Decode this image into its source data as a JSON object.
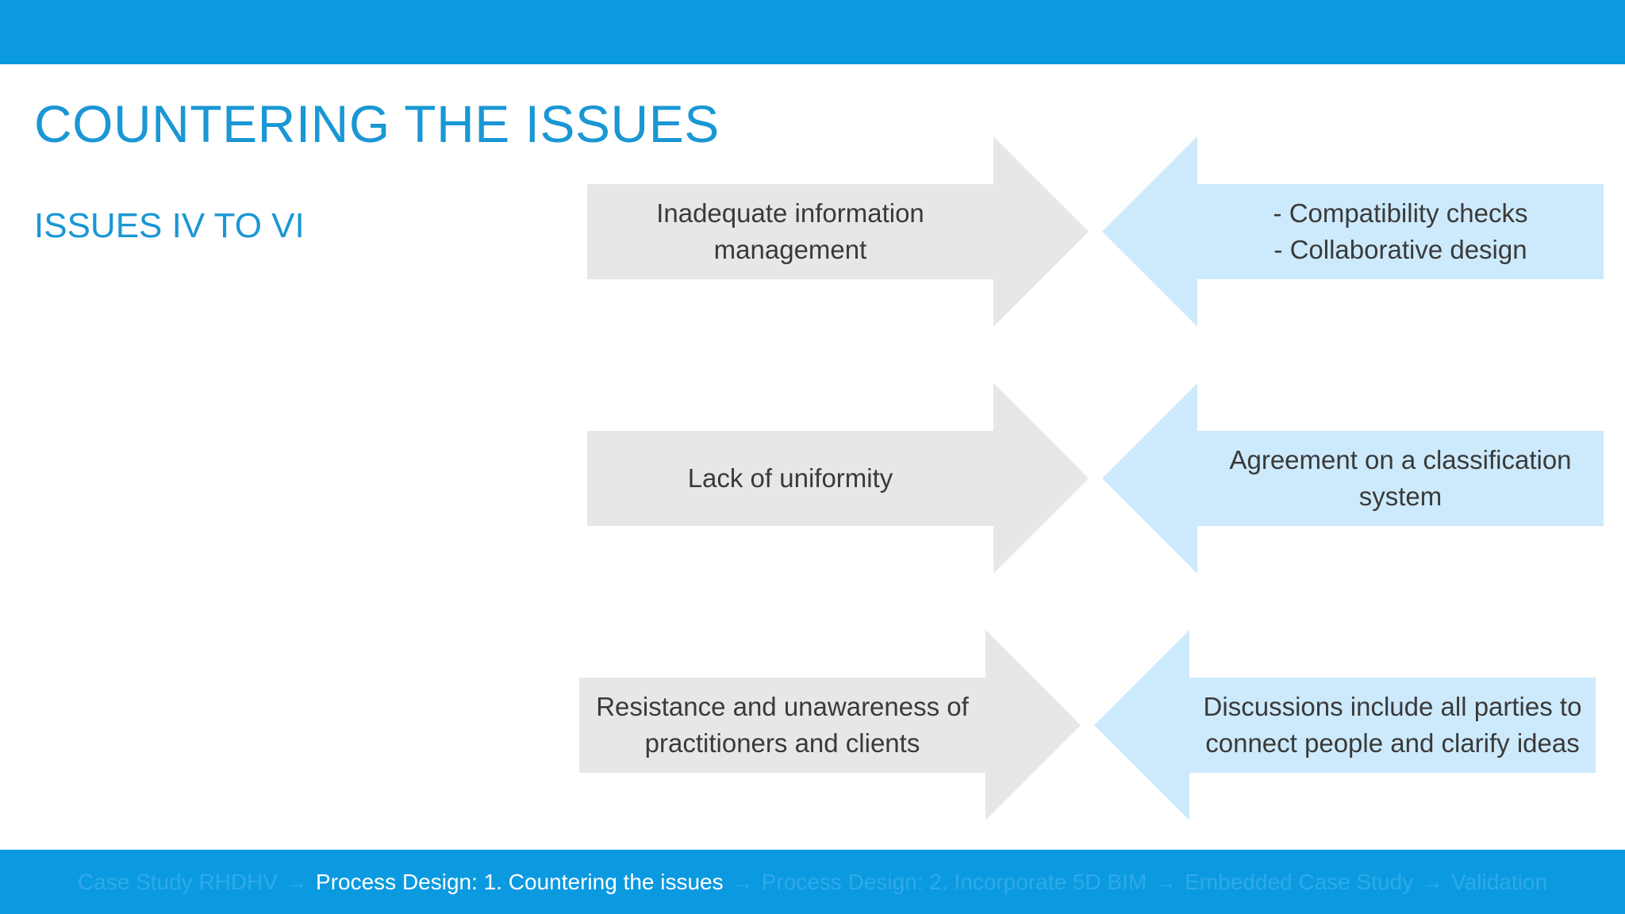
{
  "slide": {
    "title": "COUNTERING THE ISSUES",
    "subtitle": "ISSUES IV TO VI"
  },
  "rows": [
    {
      "issue": [
        "Inadequate information",
        "management"
      ],
      "solution": [
        "- Compatibility checks",
        "- Collaborative design"
      ]
    },
    {
      "issue": [
        "Lack of uniformity"
      ],
      "solution": [
        "Agreement on a classification",
        "system"
      ]
    },
    {
      "issue": [
        "Resistance and unawareness of",
        "practitioners and clients"
      ],
      "solution": [
        "Discussions include all parties to",
        "connect people and clarify ideas"
      ]
    }
  ],
  "breadcrumb": {
    "separator": "→",
    "items": [
      {
        "label": "Case Study RHDHV",
        "active": false
      },
      {
        "label": "Process Design: 1. Countering the issues",
        "active": true
      },
      {
        "label": "Process Design: 2. Incorporate 5D BIM",
        "active": false
      },
      {
        "label": "Embedded Case Study",
        "active": false
      },
      {
        "label": "Validation",
        "active": false
      }
    ]
  },
  "colors": {
    "brand_blue": "#0b9ae0",
    "title_blue": "#1a97d4",
    "issue_arrow": "#e7e6e9",
    "solution_arrow": "#cdeafc",
    "text_dark": "#3a3a3a",
    "crumb_inactive": "#2fa9e8",
    "crumb_active": "#ffffff"
  }
}
